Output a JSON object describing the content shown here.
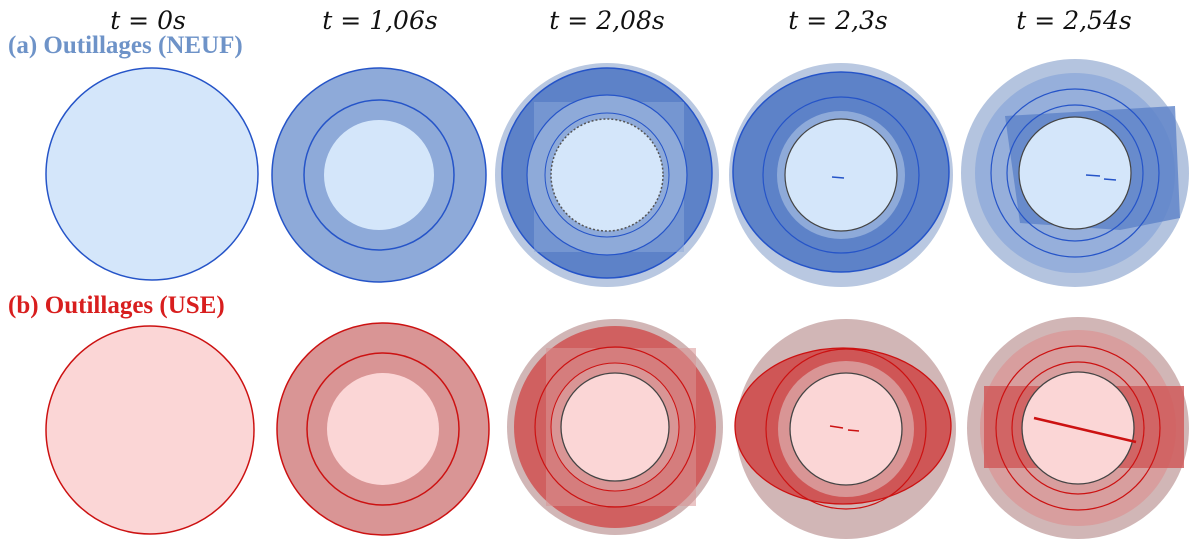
{
  "time_labels": [
    "t = 0s",
    "t = 1,06s",
    "t = 2,08s",
    "t = 2,3s",
    "t = 2,54s"
  ],
  "rows": [
    {
      "label": "(a) Outillages (NEUF)",
      "colors": {
        "light": "#d4e6fa",
        "mid": "#8eaad9",
        "dark": "#5d82c8",
        "line": "#2554c8",
        "outer": "#9bb0d4"
      }
    },
    {
      "label": "(b) Outillages (USE)",
      "colors": {
        "light": "#fbd6d6",
        "mid": "#d99595",
        "dark": "#cf5656",
        "line": "#cc1111",
        "outer": "#c9a9a9"
      }
    }
  ]
}
